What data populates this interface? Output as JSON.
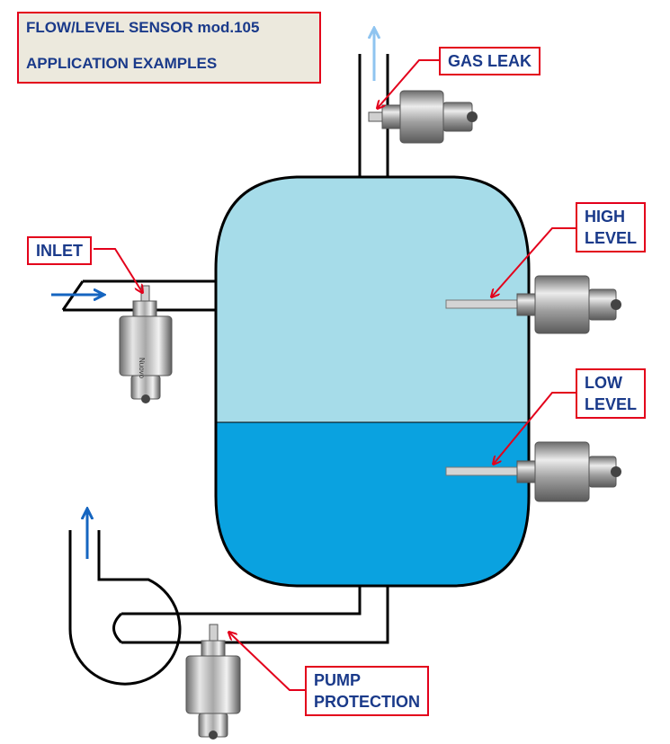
{
  "title": {
    "line1": "FLOW/LEVEL SENSOR mod.105",
    "line2": "APPLICATION EXAMPLES"
  },
  "labels": {
    "gas_leak": "GAS LEAK",
    "inlet": "INLET",
    "high_level": [
      "HIGH",
      "LEVEL"
    ],
    "low_level": [
      "LOW",
      "LEVEL"
    ],
    "pump_protection": [
      "PUMP",
      "PROTECTION"
    ]
  },
  "sensor_brand": "Nuovo",
  "colors": {
    "tank_upper": "#a6dce9",
    "tank_lower": "#0aa2e0",
    "arrow_blue": "#1565c0",
    "arrow_light_blue": "#8fc4f0",
    "label_red": "#e3001b",
    "label_text": "#1a3a8a",
    "title_bg": "#ece9dd"
  }
}
